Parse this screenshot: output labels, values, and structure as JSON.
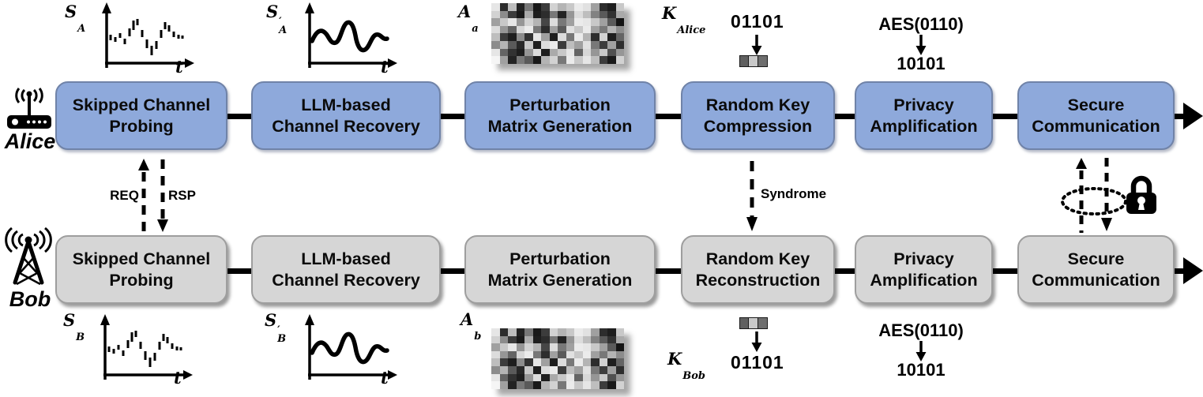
{
  "palette": {
    "alice_box_fill": "#8EA9DB",
    "alice_box_border": "#7083A8",
    "bob_box_fill": "#D6D6D6",
    "bob_box_border": "#9E9E9E",
    "line_color": "#000000"
  },
  "rows": {
    "alice": {
      "name": "Alice",
      "steps": [
        {
          "line1": "Skipped Channel",
          "line2": "Probing"
        },
        {
          "line1": "LLM-based",
          "line2": "Channel Recovery"
        },
        {
          "line1": "Perturbation",
          "line2": "Matrix Generation"
        },
        {
          "line1": "Random Key",
          "line2": "Compression"
        },
        {
          "line1": "Privacy",
          "line2": "Amplification"
        },
        {
          "line1": "Secure",
          "line2": "Communication"
        }
      ]
    },
    "bob": {
      "name": "Bob",
      "steps": [
        {
          "line1": "Skipped Channel",
          "line2": "Probing"
        },
        {
          "line1": "LLM-based",
          "line2": "Channel Recovery"
        },
        {
          "line1": "Perturbation",
          "line2": "Matrix Generation"
        },
        {
          "line1": "Random Key",
          "line2": "Reconstruction"
        },
        {
          "line1": "Privacy",
          "line2": "Amplification"
        },
        {
          "line1": "Secure",
          "line2": "Communication"
        }
      ]
    }
  },
  "annotations": {
    "signal_raw_alice": {
      "base": "S",
      "sup": "",
      "sub": "A",
      "axis": "t"
    },
    "signal_rec_alice": {
      "base": "S",
      "sup": "′",
      "sub": "A",
      "axis": "t"
    },
    "matrix_alice": {
      "base": "A",
      "sup": "",
      "sub": "a"
    },
    "key_alice": {
      "base": "K",
      "sup": "",
      "sub": "Alice",
      "bits": "01101"
    },
    "aes_alice": {
      "expr": "AES(0110)",
      "result": "10101"
    },
    "signal_raw_bob": {
      "base": "S",
      "sup": "",
      "sub": "B",
      "axis": "t"
    },
    "signal_rec_bob": {
      "base": "S",
      "sup": "′",
      "sub": "B",
      "axis": "t"
    },
    "matrix_bob": {
      "base": "A",
      "sup": "",
      "sub": "b"
    },
    "key_bob": {
      "base": "K",
      "sup": "",
      "sub": "Bob",
      "bits": "01101"
    },
    "aes_bob": {
      "expr": "AES(0110)",
      "result": "10101"
    },
    "req_label": "REQ",
    "rsp_label": "RSP",
    "syndrome_label": "Syndrome"
  },
  "register_cells": [
    "#606060",
    "#C9C9C9",
    "#6E6E6E"
  ],
  "matrix": {
    "rows": 8,
    "cols": 16,
    "values": [
      [
        230,
        45,
        190,
        35,
        120,
        25,
        60,
        210,
        180,
        200,
        235,
        225,
        160,
        45,
        30,
        200
      ],
      [
        210,
        140,
        60,
        25,
        170,
        30,
        45,
        120,
        35,
        150,
        220,
        190,
        130,
        90,
        50,
        170
      ],
      [
        160,
        200,
        230,
        150,
        210,
        180,
        70,
        220,
        120,
        160,
        235,
        230,
        200,
        160,
        90,
        20
      ],
      [
        220,
        150,
        100,
        215,
        235,
        120,
        45,
        160,
        90,
        225,
        200,
        235,
        160,
        120,
        180,
        140
      ],
      [
        190,
        60,
        30,
        140,
        50,
        230,
        160,
        30,
        220,
        120,
        235,
        180,
        45,
        210,
        30,
        100
      ],
      [
        140,
        180,
        90,
        40,
        200,
        30,
        220,
        235,
        60,
        190,
        160,
        225,
        120,
        60,
        160,
        45
      ],
      [
        230,
        100,
        50,
        30,
        150,
        220,
        30,
        170,
        200,
        230,
        100,
        215,
        150,
        200,
        80,
        150
      ],
      [
        245,
        160,
        35,
        120,
        90,
        25,
        180,
        210,
        120,
        235,
        200,
        230,
        190,
        60,
        25,
        210
      ]
    ]
  }
}
